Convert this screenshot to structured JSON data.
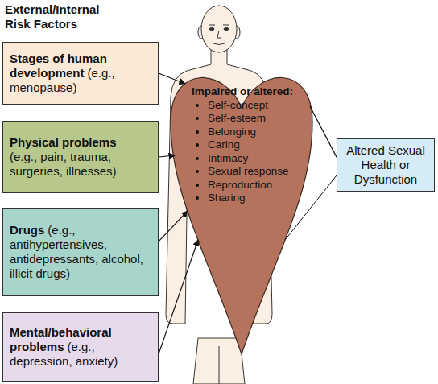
{
  "diagram": {
    "title": "External/Internal Risk Factors",
    "nodes": [
      {
        "text": [
          "Stages of human development",
          "(e.g., menopause)"
        ]
      },
      {
        "text": [
          "Physical problems",
          "(e.g., pain, trauma, surgeries, illnesses)"
        ]
      },
      {
        "text": [
          "Drugs",
          "(e.g., antihypertensives, antidepressants, alcohol, illicit drugs)"
        ]
      },
      {
        "text": [
          "Mental/behavioral problems",
          "(e.g., depression, anxiety)"
        ]
      },
      {
        "text": [
          "Impaired or altered:",
          "Self-concept",
          "Self-esteem",
          "Belonging",
          "Caring",
          "Intimacy",
          "Sexual response",
          "Reproduction",
          "Sharing"
        ]
      },
      {
        "text": [
          "Altered Sexual Health or Dysfunction"
        ]
      }
    ],
    "edges": [
      {
        "from": 0,
        "to": 4,
        "arrow": "to"
      },
      {
        "from": 1,
        "to": 4,
        "arrow": "to"
      },
      {
        "from": 2,
        "to": 4,
        "arrow": "to"
      },
      {
        "from": 3,
        "to": 4,
        "arrow": "to"
      },
      {
        "from": 4,
        "to": 5,
        "arrow": "none"
      }
    ]
  }
}
